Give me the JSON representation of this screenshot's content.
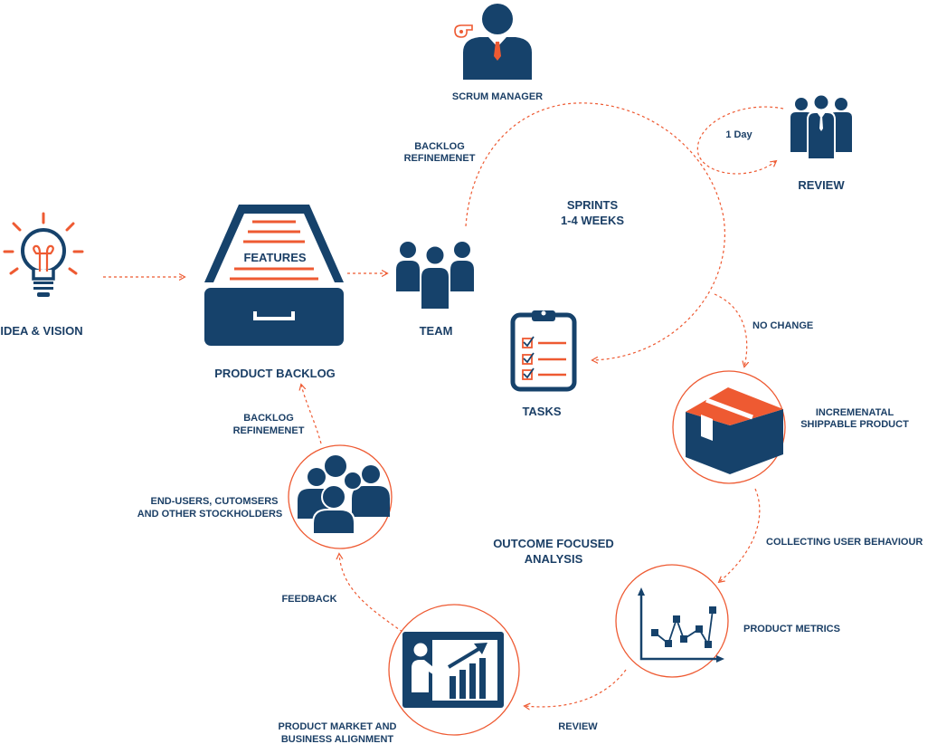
{
  "labels": {
    "scrum_manager": "SCRUM MANAGER",
    "review_top": "REVIEW",
    "one_day": "1 Day",
    "backlog_ref_top": [
      "BACKLOG",
      "REFINEMENET"
    ],
    "sprints": [
      "SPRINTS",
      "1-4 WEEKS"
    ],
    "features": "FEATURES",
    "idea_vision": "IDEA & VISION",
    "product_backlog": "PRODUCT BACKLOG",
    "team": "TEAM",
    "tasks": "TASKS",
    "no_change": "NO CHANGE",
    "incremental": [
      "INCREMENATAL",
      "SHIPPABLE PRODUCT"
    ],
    "collecting": "COLLECTING USER BEHAVIOUR",
    "product_metrics": "PRODUCT METRICS",
    "review_bottom": "REVIEW",
    "outcome": [
      "OUTCOME FOCUSED",
      "ANALYSIS"
    ],
    "market": [
      "PRODUCT MARKET AND",
      "BUSINESS ALIGNMENT"
    ],
    "feedback": "FEEDBACK",
    "end_users": [
      "END-USERS, CUTOMSERS",
      "AND OTHER STOCKHOLDERS"
    ],
    "backlog_ref_left": [
      "BACKLOG",
      "REFINEMENET"
    ]
  },
  "colors": {
    "navy": "#16426b",
    "orange": "#ee5a32",
    "text": "#1b3f66"
  },
  "icons": [
    "scrum-manager-icon",
    "whistle-icon",
    "review-team-icon",
    "lightbulb-icon",
    "backlog-drawer-icon",
    "team-icon",
    "clipboard-tasks-icon",
    "box-icon",
    "chart-icon",
    "presentation-icon",
    "crowd-icon"
  ]
}
